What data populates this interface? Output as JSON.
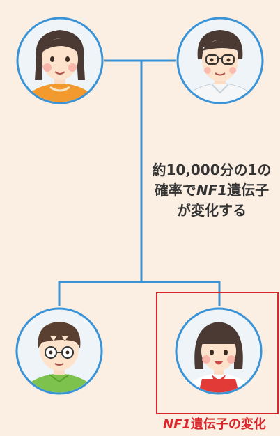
{
  "note": {
    "line1": "約10,000分の1の",
    "line2_prefix": "確率で",
    "line2_gene": "NF1",
    "line2_suffix": "遺伝子",
    "line3": "が変化する"
  },
  "caption": {
    "gene": "NF1",
    "text": "遺伝子の変化"
  },
  "colors": {
    "background": "#fbeee2",
    "connector": "#3a93d6",
    "highlight": "#d9262b"
  }
}
